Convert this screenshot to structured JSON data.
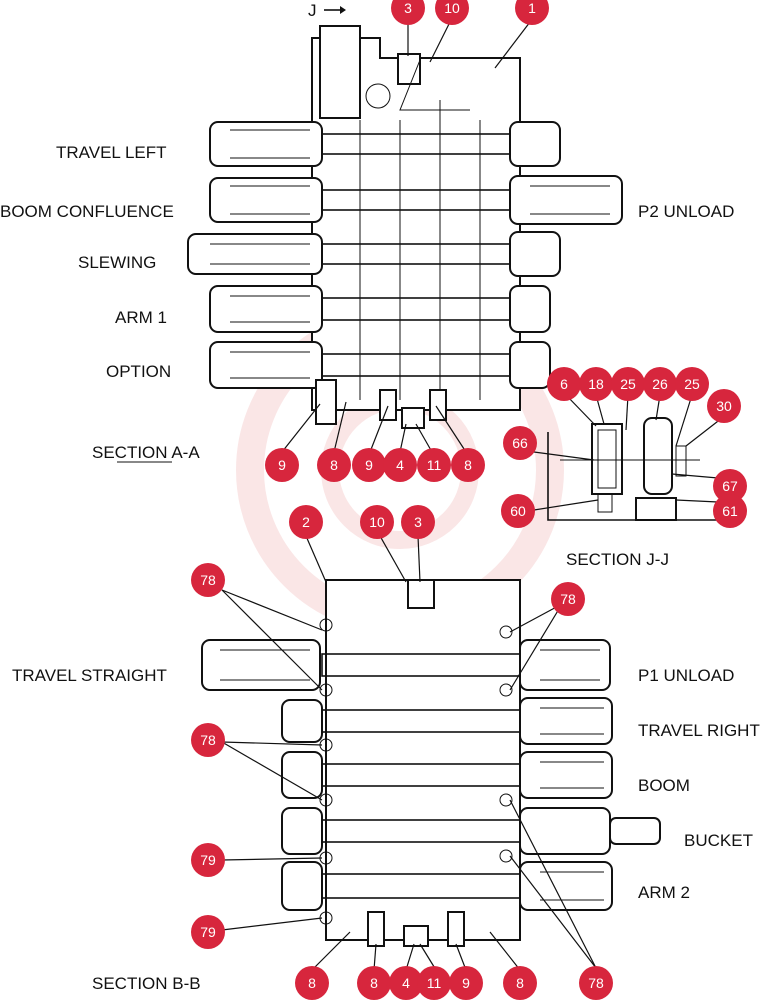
{
  "diagram": {
    "labels": {
      "travel_left": "TRAVEL LEFT",
      "boom_confluence": "BOOM CONFLUENCE",
      "slewing": "SLEWING",
      "arm_1": "ARM 1",
      "option": "OPTION",
      "p2_unload": "P2 UNLOAD",
      "section_aa": "SECTION  A-A",
      "section_jj": "SECTION  J-J",
      "travel_straight": "TRAVEL STRAIGHT",
      "p1_unload": "P1 UNLOAD",
      "travel_right": "TRAVEL RIGHT",
      "boom": "BOOM",
      "bucket": "BUCKET",
      "arm_2": "ARM 2",
      "section_bb": "SECTION  B-B",
      "j_arrow": "J"
    },
    "callouts": {
      "top": [
        "3",
        "10",
        "1"
      ],
      "section_aa_bottom": [
        "9",
        "8",
        "9",
        "4",
        "11",
        "8"
      ],
      "section_jj": [
        "6",
        "18",
        "25",
        "26",
        "25",
        "30",
        "66",
        "67",
        "61",
        "60"
      ],
      "section_bb_top": [
        "2",
        "10",
        "3"
      ],
      "section_bb_left": [
        "78",
        "78",
        "79",
        "79"
      ],
      "section_bb_right": [
        "78"
      ],
      "section_bb_bottom": [
        "8",
        "8",
        "4",
        "11",
        "9",
        "8",
        "78"
      ]
    },
    "badge_color": "#d7263d",
    "watermark_color": "#f2b8b8"
  }
}
